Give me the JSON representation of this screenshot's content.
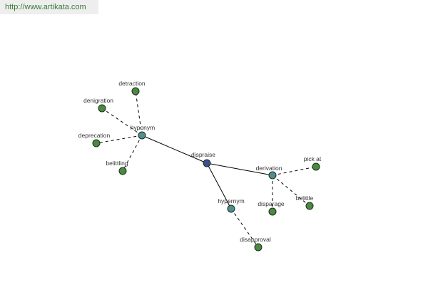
{
  "source": {
    "text": "http://www.artikata.com"
  },
  "colors": {
    "center": "#3f4f8f",
    "relation": "#4f8f8f",
    "leaf": "#4a8a3f",
    "edge": "#000000"
  },
  "nodes": [
    {
      "id": "dispraise",
      "label": "dispraise",
      "kind": "center"
    },
    {
      "id": "hyponym",
      "label": "hyponym",
      "kind": "relation"
    },
    {
      "id": "derivation",
      "label": "derivation",
      "kind": "relation"
    },
    {
      "id": "hypernym",
      "label": "hypernym",
      "kind": "relation"
    },
    {
      "id": "detraction",
      "label": "detraction",
      "kind": "leaf"
    },
    {
      "id": "denigration",
      "label": "denigration",
      "kind": "leaf"
    },
    {
      "id": "deprecation",
      "label": "deprecation",
      "kind": "leaf"
    },
    {
      "id": "belittling",
      "label": "belittling",
      "kind": "leaf"
    },
    {
      "id": "pick-at",
      "label": "pick at",
      "kind": "leaf"
    },
    {
      "id": "disparage",
      "label": "disparage",
      "kind": "leaf"
    },
    {
      "id": "belittle",
      "label": "belittle",
      "kind": "leaf"
    },
    {
      "id": "disapproval",
      "label": "disapproval",
      "kind": "leaf"
    }
  ],
  "edges": [
    {
      "from": "dispraise",
      "to": "hyponym",
      "style": "solid"
    },
    {
      "from": "dispraise",
      "to": "derivation",
      "style": "solid"
    },
    {
      "from": "dispraise",
      "to": "hypernym",
      "style": "solid"
    },
    {
      "from": "hyponym",
      "to": "detraction",
      "style": "dashed"
    },
    {
      "from": "hyponym",
      "to": "denigration",
      "style": "dashed"
    },
    {
      "from": "hyponym",
      "to": "deprecation",
      "style": "dashed"
    },
    {
      "from": "hyponym",
      "to": "belittling",
      "style": "dashed"
    },
    {
      "from": "derivation",
      "to": "pick-at",
      "style": "dashed"
    },
    {
      "from": "derivation",
      "to": "disparage",
      "style": "dashed"
    },
    {
      "from": "derivation",
      "to": "belittle",
      "style": "dashed"
    },
    {
      "from": "hypernym",
      "to": "disapproval",
      "style": "dashed"
    }
  ]
}
